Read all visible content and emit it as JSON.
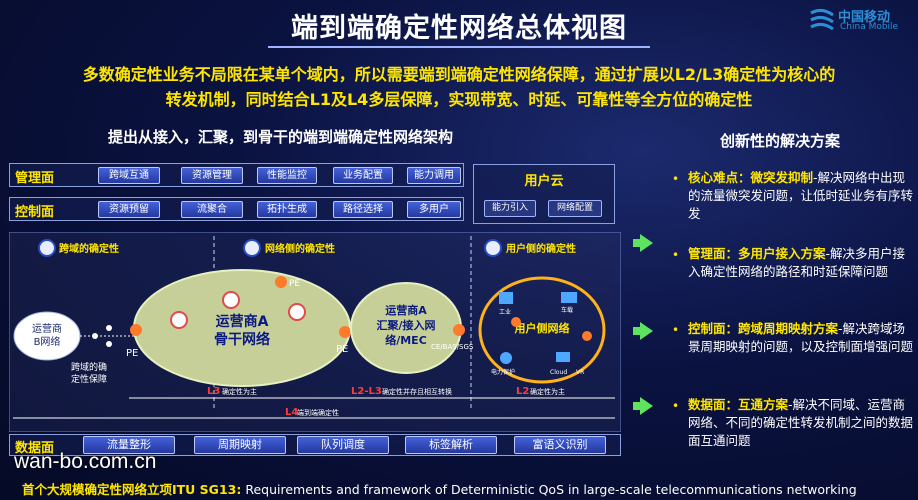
{
  "title": "端到端确定性网络总体视图",
  "logo": {
    "cn": "中国移动",
    "en": "China Mobile"
  },
  "intro": {
    "line1": "多数确定性业务不局限在某单个域内，所以需要端到端确定性网络保障，通过扩展以L2/L3确定性为核心的",
    "line2": "转发机制，同时结合L1及L4多层保障，实现带宽、时延、可靠性等全方位的确定性"
  },
  "left_heading": "提出从接入，汇聚，到骨干的端到端确定性网络架构",
  "management": {
    "label": "管理面",
    "chips": [
      "跨域互通",
      "资源管理",
      "性能监控",
      "业务配置",
      "能力调用"
    ]
  },
  "control": {
    "label": "控制面",
    "chips": [
      "资源预留",
      "流聚合",
      "拓扑生成",
      "路径选择",
      "多用户"
    ]
  },
  "user_cloud": {
    "title": "用户云",
    "chips": [
      "能力引入",
      "网络配置"
    ]
  },
  "diagram": {
    "domains": [
      "跨域的确定性",
      "网络侧的确定性",
      "用户侧的确定性"
    ],
    "b_network": [
      "运营商",
      "B网络"
    ],
    "cross_domain": [
      "跨域的确",
      "定性保障"
    ],
    "backbone": [
      "运营商A",
      "骨干网络"
    ],
    "aggregation": [
      "运营商A",
      "汇聚/接入网",
      "络/MEC"
    ],
    "user_net": "用户侧网络",
    "pe": "PE",
    "ce_label": "CE/BAS/SGS",
    "user_icons": [
      "工业",
      "车载",
      "电力保护",
      "Cloud",
      "VR"
    ],
    "l3_backbone": {
      "tag": "L3",
      "text": "确定性为主"
    },
    "l2l3": {
      "tag": "L2-L3",
      "text": "确定性并存且相互转换"
    },
    "l2_user": {
      "tag": "L2",
      "text": "确定性为主"
    },
    "l4": {
      "tag": "L4",
      "text": "端到端确定性"
    }
  },
  "data_plane": {
    "label": "数据面",
    "chips": [
      "流量整形",
      "周期映射",
      "队列调度",
      "标签解析",
      "富语义识别"
    ]
  },
  "watermark": "wan-bo.com.cn",
  "footer": {
    "highlight": "首个大规模确定性网络立项ITU SG13:",
    "text": " Requirements and framework of  Deterministic QoS in large-scale telecommunications networking"
  },
  "right_heading": "创新性的解决方案",
  "solutions": [
    {
      "head": "核心难点：微突发抑制",
      "body": "-解决网络中出现的流量微突发问题，让低时延业务有序转发"
    },
    {
      "head": "管理面：多用户接入方案",
      "body": "-解决多用户接入确定性网络的路径和时延保障问题"
    },
    {
      "head": "控制面：跨域周期映射方案",
      "body": "-解决跨域场景周期映射的问题，以及控制面增强问题"
    },
    {
      "head": "数据面：互通方案",
      "body": "-解决不同域、运营商网络、不同的确定性转发机制之间的数据面互通问题"
    }
  ],
  "colors": {
    "accent_yellow": "#ffe600",
    "chip_blue": "#3550c8",
    "ellipse_green": "#c7cf98",
    "arrow_green": "#5fe35f",
    "label_red": "#ff3b3b"
  }
}
